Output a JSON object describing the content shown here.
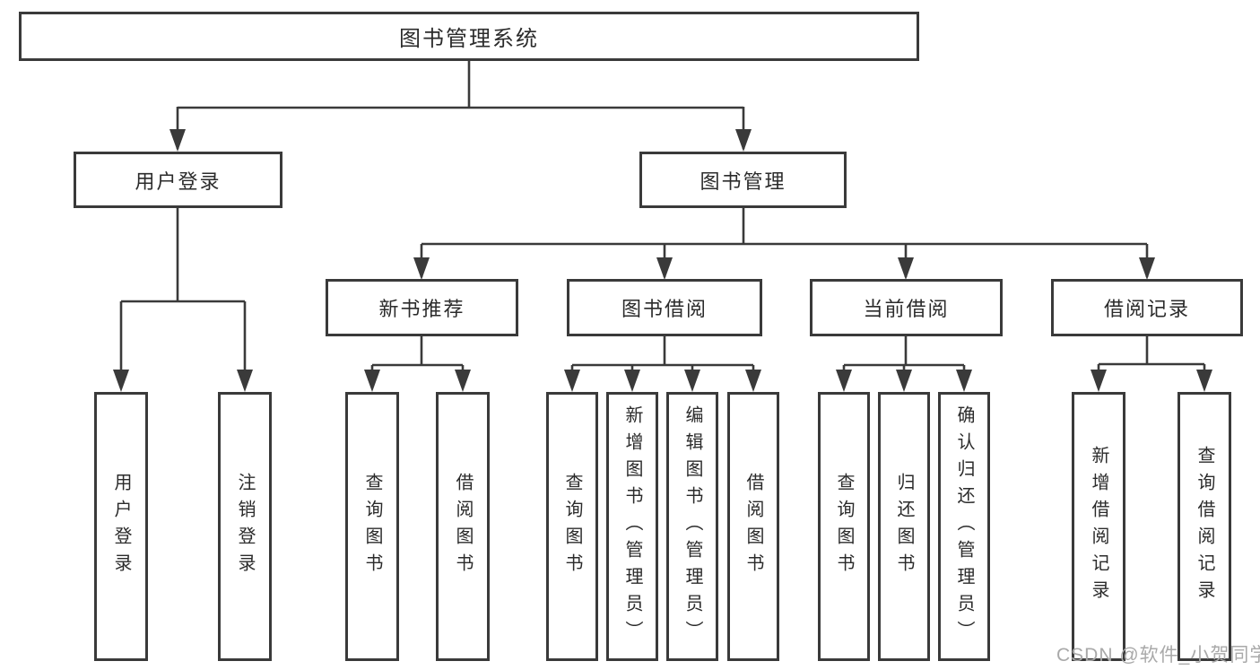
{
  "root": {
    "label": "图书管理系统"
  },
  "level2": [
    {
      "label": "用户登录",
      "parent": "图书管理系统"
    },
    {
      "label": "图书管理",
      "parent": "图书管理系统"
    }
  ],
  "level3": [
    {
      "label": "新书推荐",
      "parent": "图书管理"
    },
    {
      "label": "图书借阅",
      "parent": "图书管理"
    },
    {
      "label": "当前借阅",
      "parent": "图书管理"
    },
    {
      "label": "借阅记录",
      "parent": "图书管理"
    }
  ],
  "leaves": [
    {
      "label": "用户登录",
      "parent": "用户登录"
    },
    {
      "label": "注销登录",
      "parent": "用户登录"
    },
    {
      "label": "查询图书",
      "parent": "新书推荐"
    },
    {
      "label": "借阅图书",
      "parent": "新书推荐"
    },
    {
      "label": "查询图书",
      "parent": "图书借阅"
    },
    {
      "label": "新增图书（管理员）",
      "parent": "图书借阅"
    },
    {
      "label": "编辑图书（管理员）",
      "parent": "图书借阅"
    },
    {
      "label": "借阅图书",
      "parent": "图书借阅"
    },
    {
      "label": "查询图书",
      "parent": "当前借阅"
    },
    {
      "label": "归还图书",
      "parent": "当前借阅"
    },
    {
      "label": "确认归还（管理员）",
      "parent": "当前借阅"
    },
    {
      "label": "新增借阅记录",
      "parent": "借阅记录"
    },
    {
      "label": "查询借阅记录",
      "parent": "借阅记录"
    }
  ],
  "watermark": {
    "label": "CSDN @软件_小贺同学"
  },
  "colors": {
    "line": "#3a3a3a",
    "text": "#2b2b2b",
    "watermark": "#a9a9a9",
    "bg": "#ffffff"
  }
}
